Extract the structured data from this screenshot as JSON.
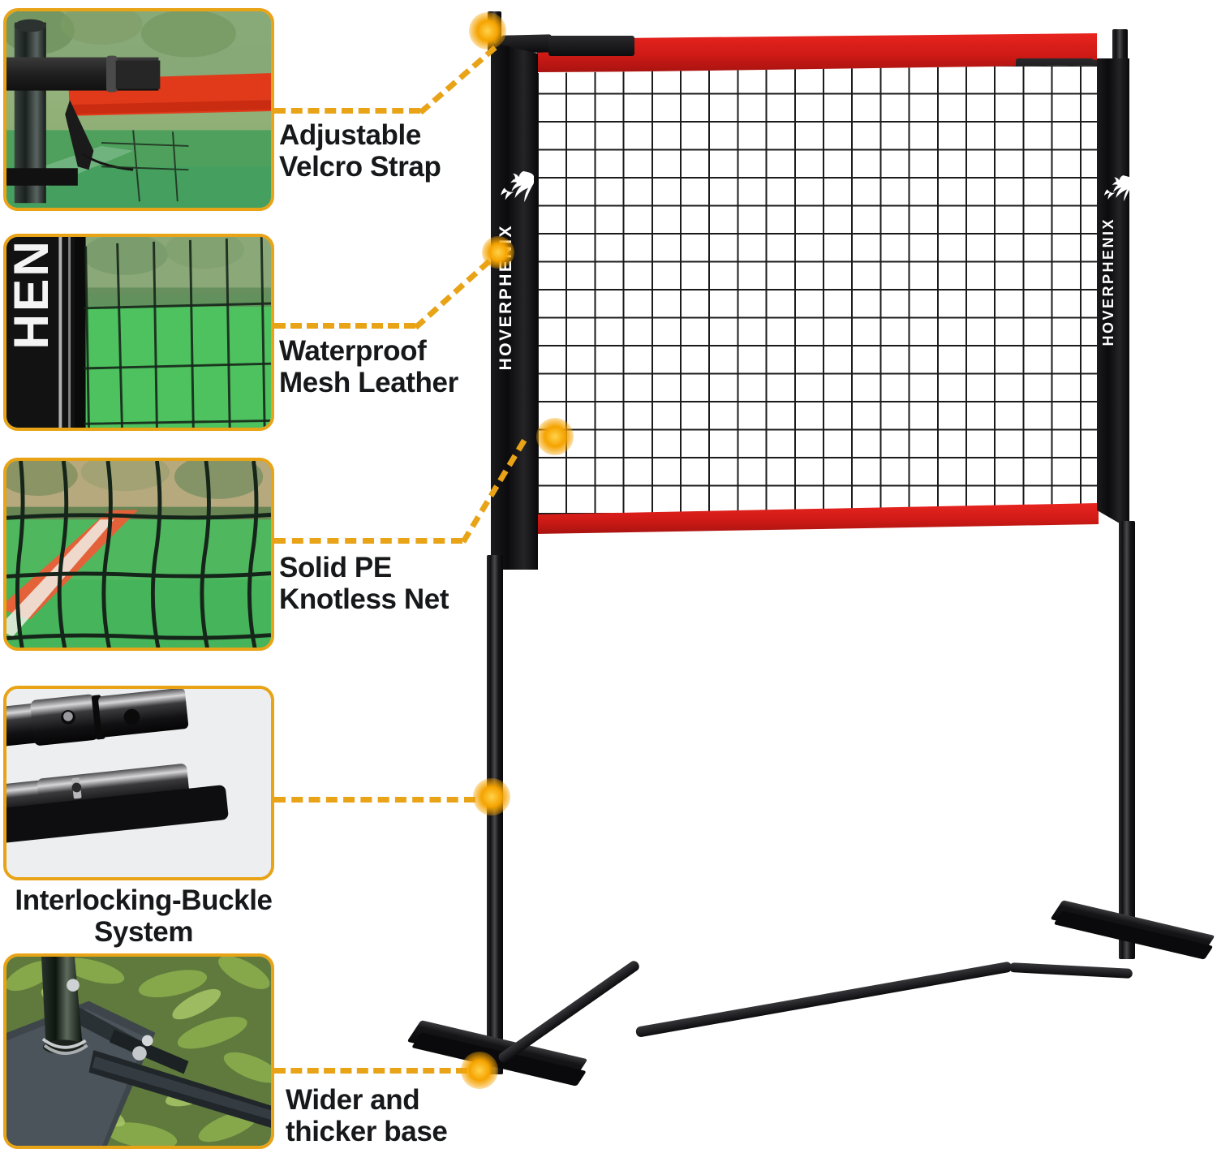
{
  "product": {
    "brand_name": "HOVERPHENIX",
    "logo_icon": "phoenix-icon",
    "colors": {
      "accent_gold": "#E8A317",
      "glow": "#F5A300",
      "band_red": "#CF1A16",
      "frame_black": "#0D0D0F",
      "mesh_white": "#FFFFFF"
    }
  },
  "callouts": [
    {
      "id": "velcro",
      "label": "Adjustable\nVelcro Strap",
      "thumb_name": "velcro-strap-photo",
      "thumb_alt": "Black velcro strap wrapped around a net pole over a red top band"
    },
    {
      "id": "mesh-leather",
      "label": "Waterproof\nMesh Leather",
      "thumb_name": "mesh-leather-photo",
      "thumb_alt": "Close-up of black branded side panel fabric beside the net mesh"
    },
    {
      "id": "pe-net",
      "label": "Solid PE\nKnotless Net",
      "thumb_name": "knotless-net-photo",
      "thumb_alt": "Close-up of black knotless netting over a green court"
    },
    {
      "id": "buckle",
      "label": "Interlocking-Buckle\nSystem",
      "thumb_name": "interlocking-buckle-photo",
      "thumb_alt": "Two black metal pole sections showing push-button buckle joints"
    },
    {
      "id": "base",
      "label": "Wider and\nthicker base",
      "thumb_name": "wider-base-photo",
      "thumb_alt": "Pole foot bolted to a wide flat base plate resting on grass"
    }
  ]
}
